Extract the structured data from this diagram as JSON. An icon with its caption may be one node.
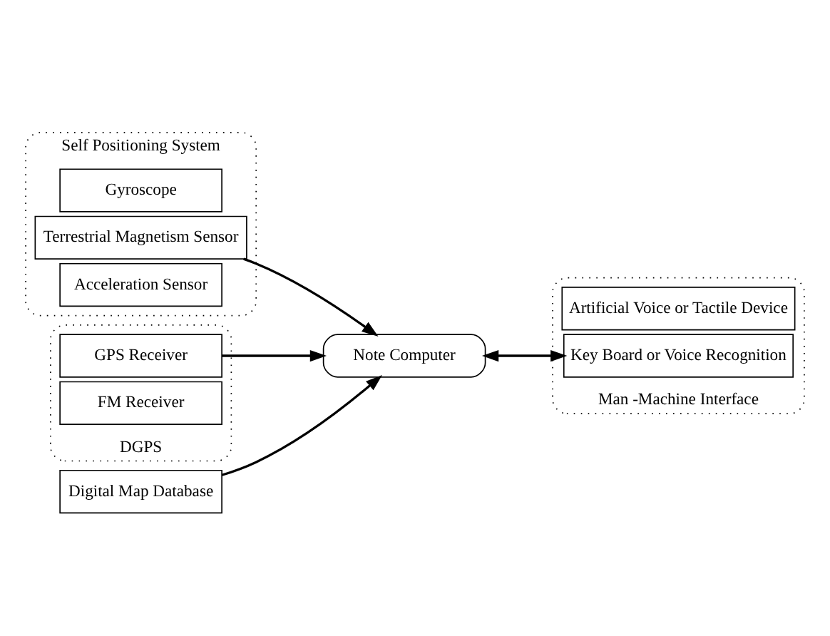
{
  "diagram": {
    "nodes": [
      {
        "text": [
          "Self Positioning System"
        ]
      },
      {
        "text": [
          "Acceleration Sensor"
        ],
        "in": 0
      },
      {
        "text": [
          "Terrestrial Magnetism Sensor"
        ],
        "in": 0
      },
      {
        "text": [
          "Gyroscope"
        ],
        "in": 0
      },
      {
        "text": [
          "Digital Map Database"
        ]
      },
      {
        "text": [
          "Note Computer"
        ]
      },
      {
        "text": [
          "DGPS"
        ]
      },
      {
        "text": [
          "FM Receiver"
        ],
        "in": 6
      },
      {
        "text": [
          "GPS Receiver"
        ],
        "in": 6
      },
      {
        "text": [
          "Man -Machine Interface"
        ]
      },
      {
        "text": [
          "Key Board or Voice Recognition"
        ],
        "in": 9
      },
      {
        "text": [
          "Artificial Voice or Tactile Device"
        ],
        "in": 9
      }
    ],
    "edges": [
      {
        "from": 2,
        "to": 5,
        "arrow": "to"
      },
      {
        "from": 4,
        "to": 5,
        "arrow": "to"
      },
      {
        "from": 8,
        "to": 5,
        "arrow": "to"
      },
      {
        "from": 5,
        "to": 10,
        "arrow": "both"
      }
    ]
  }
}
